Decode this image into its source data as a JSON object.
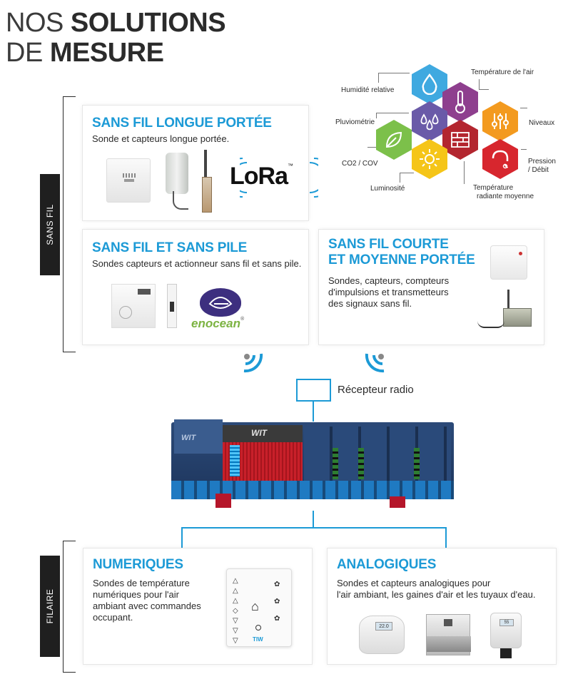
{
  "header": {
    "line1_thin": "NOS",
    "line1_bold": "SOLUTIONS",
    "line2_thin": "DE",
    "line2_bold": "MESURE"
  },
  "side_tabs": {
    "wireless": "SANS FIL",
    "wired": "FILAIRE"
  },
  "cards": {
    "long_range": {
      "title": "SANS FIL LONGUE PORTÉE",
      "text": "Sonde et capteurs longue portée.",
      "logo": "LoRa",
      "logo_tm": "™"
    },
    "no_battery": {
      "title": "SANS FIL ET SANS PILE",
      "text": "Sondes capteurs et actionneur sans fil et sans pile.",
      "logo": "enocean",
      "logo_mark": "®"
    },
    "short_range": {
      "title_line1": "SANS FIL COURTE",
      "title_line2": "ET MOYENNE PORTÉE",
      "text_line1": "Sondes, capteurs, compteurs",
      "text_line2": "d'impulsions et transmetteurs",
      "text_line3": "des signaux sans fil."
    },
    "numeric": {
      "title": "NUMERIQUES",
      "text_line1": "Sondes de température",
      "text_line2": "numériques pour l'air",
      "text_line3": "ambiant avec commandes",
      "text_line4": "occupant.",
      "device_brand": "TIW"
    },
    "analog": {
      "title": "ANALOGIQUES",
      "text_line1": "Sondes et capteurs analogiques pour",
      "text_line2": "l'air ambiant, les gaines d'air et les tuyaux d'eau.",
      "display1": "22.0",
      "display2": "55"
    }
  },
  "receiver_label": "Récepteur radio",
  "controller_brand": "WIT",
  "measures": {
    "humidity": "Humidité relative",
    "air_temp": "Température de l'air",
    "rain": "Pluviométrie",
    "levels": "Niveaux",
    "co2": "CO2 / COV",
    "pressure_l1": "Pression",
    "pressure_l2": "/ Débit",
    "luminosity": "Luminosité",
    "radiant_l1": "Température",
    "radiant_l2": "radiante moyenne"
  },
  "colors": {
    "accent_blue": "#1c9ad6",
    "hex_blue": "#3fa9e0",
    "hex_purple": "#8e3f8e",
    "hex_dark_blue": "#6a5aa8",
    "hex_orange": "#f39a1f",
    "hex_green": "#7cc04a",
    "hex_red": "#d7262e",
    "hex_yellow": "#f5c518",
    "hex_brick": "#b3262f"
  }
}
